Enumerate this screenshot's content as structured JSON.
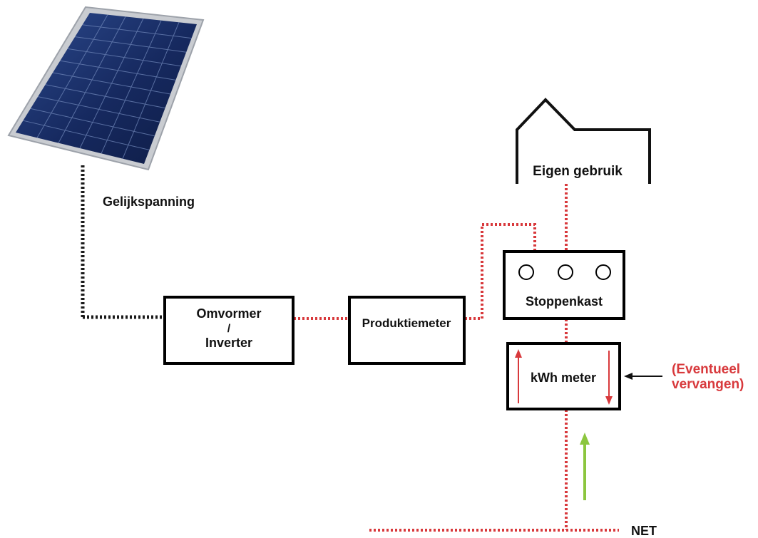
{
  "labels": {
    "gelijkspanning": "Gelijkspanning",
    "omvormer_line1": "Omvormer",
    "omvormer_line2": "/",
    "omvormer_line3": "Inverter",
    "produktiemeter": "Produktiemeter",
    "stoppenkast": "Stoppenkast",
    "eigen_gebruik": "Eigen gebruik",
    "kwh_meter": "kWh meter",
    "eventueel_line1": "(Eventueel",
    "eventueel_line2": "vervangen)",
    "net": "NET"
  },
  "colors": {
    "ac_line": "#d8393c",
    "dc_line": "#1a1a1a",
    "box_border": "#000000",
    "note_text": "#d8393c",
    "arrow_red": "#d8393c",
    "arrow_green": "#8cc63f",
    "panel_cell": "#1a2f6b",
    "panel_frame": "#c9ccd1"
  },
  "icons": [
    "solar-panel-icon",
    "house-roof-icon",
    "fuse-circle-icon"
  ]
}
